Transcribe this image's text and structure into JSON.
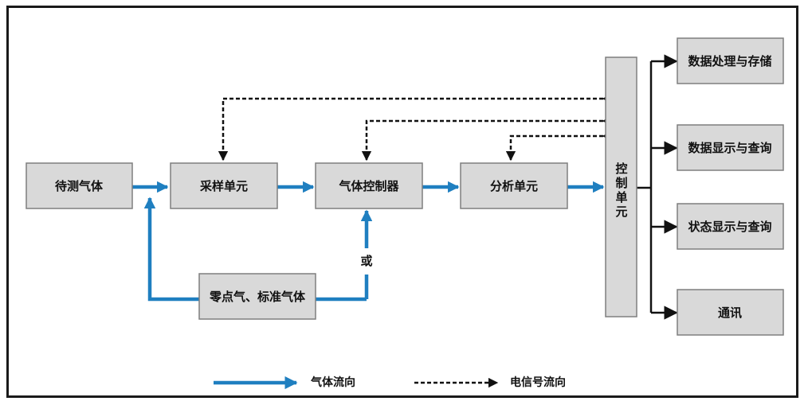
{
  "colors": {
    "box_fill": "#d9d9d9",
    "box_stroke": "#7f7f7f",
    "gas_flow": "#1f7fc0",
    "signal": "#111111"
  },
  "nodes": {
    "gas_to_test": "待测气体",
    "sampling_unit": "采样单元",
    "gas_controller": "气体控制器",
    "analysis_unit": "分析单元",
    "zero_std_gas": "零点气、标准气体",
    "control_unit": [
      "控",
      "制",
      "单",
      "元"
    ],
    "data_processing": "数据处理与存储",
    "data_display": "数据显示与查询",
    "status_display": "状态显示与查询",
    "communication": "通讯"
  },
  "labels": {
    "or": "或"
  },
  "legend": {
    "gas_flow": "气体流向",
    "signal_flow": "电信号流向"
  }
}
